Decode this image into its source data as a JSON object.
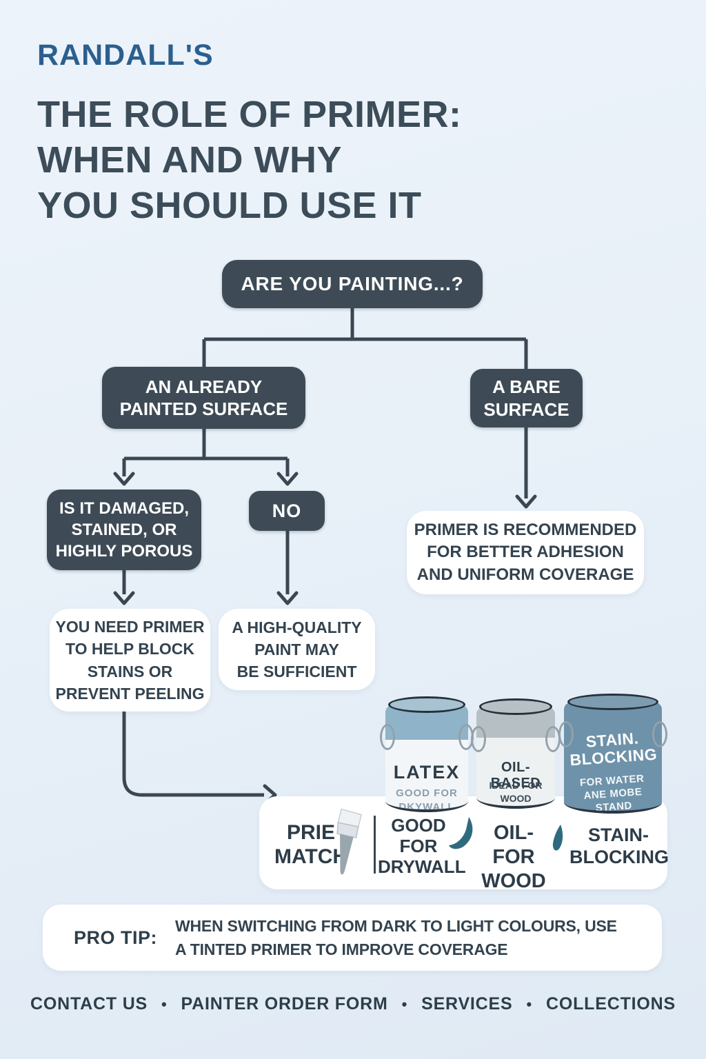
{
  "colors": {
    "background": "#e8f0f8",
    "node_dark": "#3e4b56",
    "node_text_light": "#ffffff",
    "brand_blue": "#2b5f8e",
    "title_text": "#3c4d59",
    "body_text": "#33434f",
    "connector_line": "#3a4752",
    "teal_accent": "#2f6b7e",
    "can_latex_band": "#8fb3c8",
    "can_oil_band": "#b6bfc4",
    "can_stain_body": "#6e92a9"
  },
  "brand": {
    "name": "RANDALL'S"
  },
  "title": {
    "text": "THE ROLE OF PRIMER:\nWHEN AND WHY\nYOU SHOULD USE IT"
  },
  "flowchart": {
    "root": "ARE YOU PAINTING...?",
    "already_painted": "AN ALREADY\nPAINTED SURFACE",
    "bare_surface": "A BARE\nSURFACE",
    "damaged": "IS IT DAMAGED,\nSTAINED, OR\nHIGHLY POROUS",
    "no": "NO",
    "bare_result": "PRIMER IS RECOMMENDED\nFOR BETTER ADHESION\nAND UNIFORM COVERAGE",
    "need_primer": "YOU NEED PRIMER\nTO HELP BLOCK\nSTAINS OR\nPREVENT PEELING",
    "high_quality": "A HIGH-QUALITY\nPAINT MAY\nBE SUFFICIENT"
  },
  "cans": [
    {
      "name": "LATEX",
      "subtitle": "GOOD FOR\nDKYWALL"
    },
    {
      "name": "OIL-BASED",
      "subtitle": "IDEAD FOR\nWOOD"
    },
    {
      "name": "STAIN.\nBLOCKING",
      "subtitle": "FOR WATER\nANE MOBE\nSTAND"
    }
  ],
  "legend": {
    "prime_match": "PRIE\nMATCH",
    "good_for_drywall": "GOOD\nFOR\nDRYWALL",
    "oil_for_wood": "OIL-FOR\nWOOD",
    "stain_blocking": "STAIN-\nBLOCKING"
  },
  "pro_tip": {
    "label": "PRO TIP:",
    "text": "WHEN SWITCHING FROM DARK TO LIGHT COLOURS, USE\nA TINTED PRIMER TO IMPROVE COVERAGE"
  },
  "footer": {
    "separator": "•",
    "links": [
      "CONTACT US",
      "PAINTER ORDER FORM",
      "SERVICES",
      "COLLECTIONS"
    ]
  }
}
